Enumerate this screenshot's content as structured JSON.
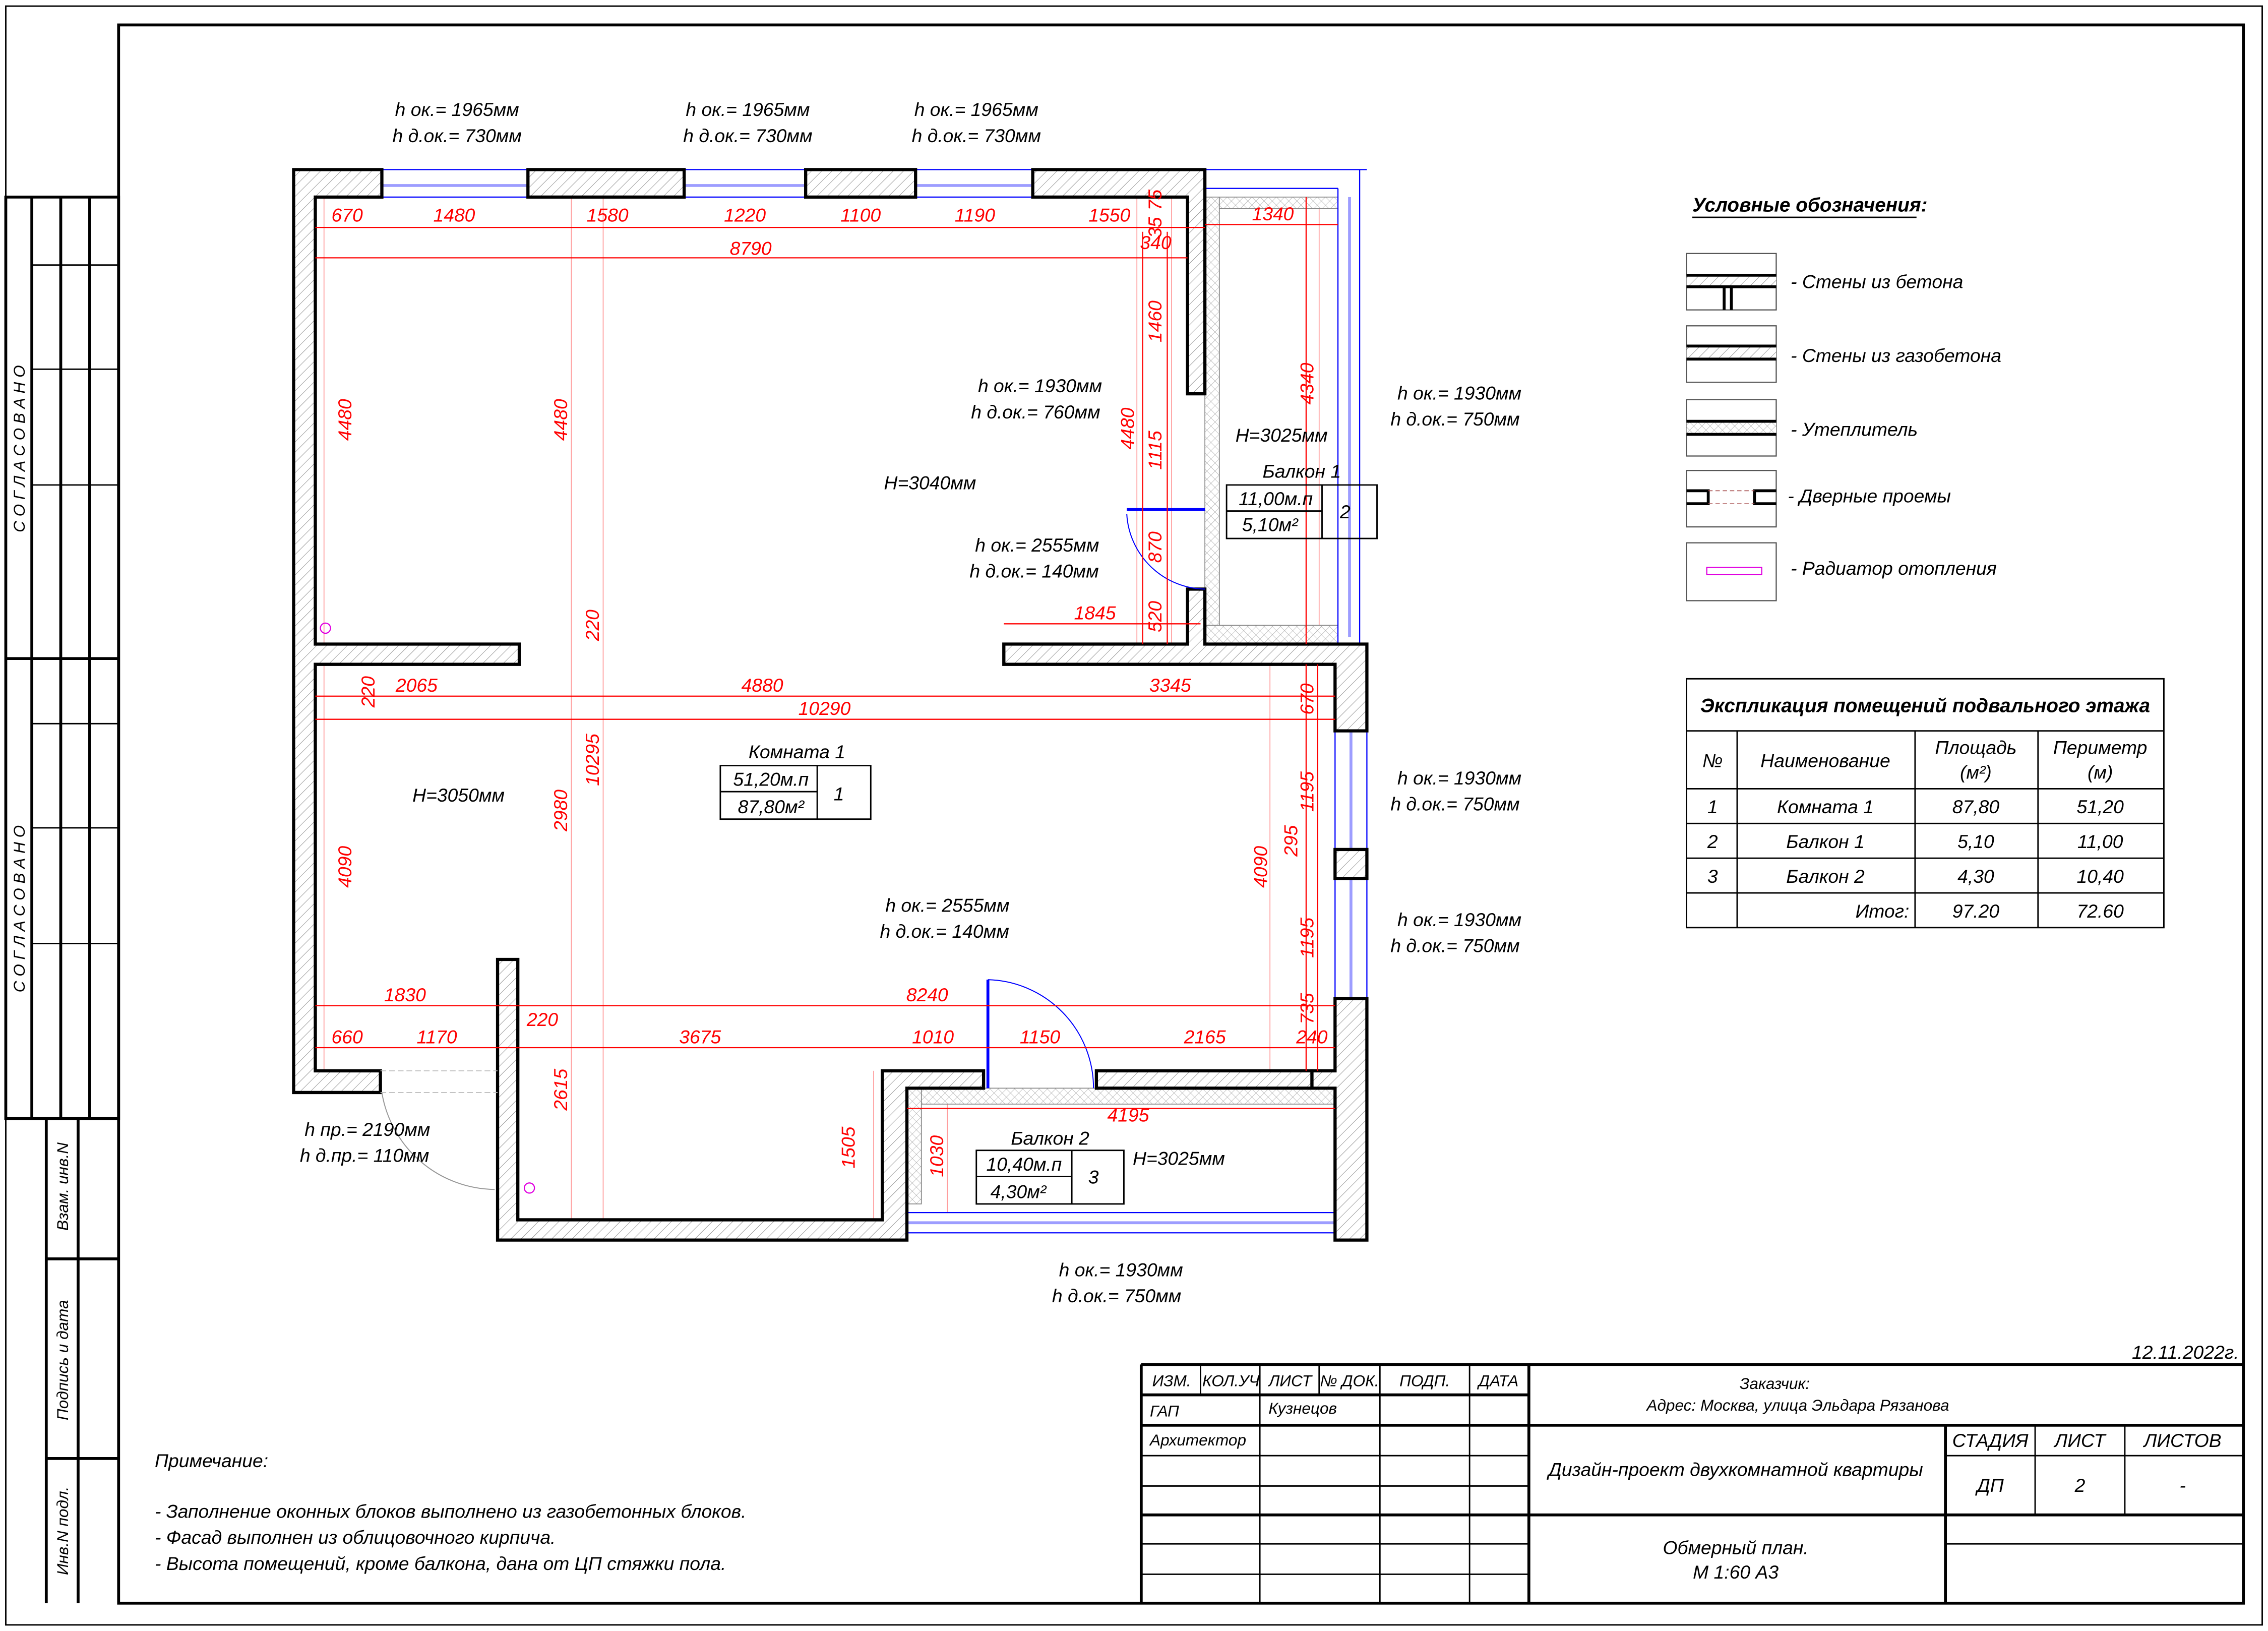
{
  "stamp": {
    "approved_1": "С О Г Л А С О В А Н О",
    "approved_2": "С О Г Л А С О В А Н О",
    "replaced_inv": "Взам. инв.N",
    "signature_date": "Подпись и дата",
    "inv_original": "Инв.N подл."
  },
  "plan": {
    "window_notes_top": [
      {
        "h": "h ок.= 1965мм",
        "hd": "h д.ок.= 730мм"
      },
      {
        "h": "h ок.= 1965мм",
        "hd": "h д.ок.= 730мм"
      },
      {
        "h": "h ок.= 1965мм",
        "hd": "h д.ок.= 730мм"
      }
    ],
    "window_note_inner": {
      "h": "h ок.= 1930мм",
      "hd": "h д.ок.= 760мм"
    },
    "window_note_balcony1": {
      "h": "h ок.= 1930мм",
      "hd": "h д.ок.= 750мм"
    },
    "window_note_right_1": {
      "h": "h ок.= 1930мм",
      "hd": "h д.ок.= 750мм"
    },
    "window_note_right_2": {
      "h": "h ок.= 1930мм",
      "hd": "h д.ок.= 750мм"
    },
    "window_note_bottom": {
      "h": "h ок.= 1930мм",
      "hd": "h д.ок.= 750мм"
    },
    "door_note_1": {
      "h": "h ок.= 2555мм",
      "hd": "h д.ок.= 140мм"
    },
    "door_note_2": {
      "h": "h ок.= 2555мм",
      "hd": "h д.ок.= 140мм"
    },
    "entrance_note": {
      "h": "h пр.= 2190мм",
      "hd": "h д.пр.= 110мм"
    },
    "heights": {
      "room_upper": "H=3040мм",
      "room_lower": "H=3050мм",
      "balcony1": "H=3025мм",
      "balcony2": "H=3025мм"
    },
    "rooms": [
      {
        "name": "Комната 1",
        "perimeter": "51,20м.п",
        "area": "87,80м²",
        "num": "1"
      },
      {
        "name": "Балкон 1",
        "perimeter": "11,00м.п",
        "area": "5,10м²",
        "num": "2"
      },
      {
        "name": "Балкон 2",
        "perimeter": "10,40м.п",
        "area": "4,30м²",
        "num": "3"
      }
    ],
    "dims_h": [
      "670",
      "1480",
      "1580",
      "1220",
      "1100",
      "1190",
      "1550",
      "1340",
      "8790",
      "340",
      "1845",
      "2065",
      "4880",
      "3345",
      "10290",
      "1830",
      "8240",
      "660",
      "1170",
      "220",
      "3675",
      "1010",
      "1150",
      "2165",
      "240",
      "4195"
    ],
    "dims_v": [
      "75",
      "35",
      "4480",
      "4480",
      "1460",
      "4480",
      "1115",
      "870",
      "520",
      "4340",
      "220",
      "220",
      "670",
      "10295",
      "2980",
      "4090",
      "4090",
      "1195",
      "295",
      "1195",
      "735",
      "2615",
      "1505",
      "1030"
    ]
  },
  "legend": {
    "title": "Условные обозначения:",
    "items": [
      "- Стены из бетона",
      "- Стены из газобетона",
      "- Утеплитель",
      "- Дверные проемы",
      "- Радиатор отопления"
    ]
  },
  "explication": {
    "title": "Экспликация помещений подвального этажа",
    "headers": {
      "num": "№",
      "name": "Наименование",
      "area": "Площадь",
      "area_unit": "(м²)",
      "perimeter": "Периметр",
      "perimeter_unit": "(м)"
    },
    "rows": [
      {
        "num": "1",
        "name": "Комната 1",
        "area": "87,80",
        "perimeter": "51,20"
      },
      {
        "num": "2",
        "name": "Балкон 1",
        "area": "5,10",
        "perimeter": "11,00"
      },
      {
        "num": "3",
        "name": "Балкон 2",
        "area": "4,30",
        "perimeter": "10,40"
      }
    ],
    "total": {
      "label": "Итог:",
      "area": "97.20",
      "perimeter": "72.60"
    }
  },
  "notes": {
    "title": "Примечание:",
    "lines": [
      "- Заполнение оконных блоков выполнено из газобетонных блоков.",
      "- Фасад выполнен из облицовочного кирпича.",
      "- Высота помещений, кроме балкона, дана от ЦП стяжки пола."
    ]
  },
  "date": "12.11.2022г.",
  "title_block": {
    "headers": [
      "ИЗМ.",
      "КОЛ.УЧ",
      "ЛИСТ",
      "№ ДОК.",
      "ПОДП.",
      "ДАТА"
    ],
    "role_gap": "ГАП",
    "name_gap": "Кузнецов",
    "role_architect": "Архитектор",
    "customer": "Заказчик:",
    "address": "Адрес: Москва, улица Эльдара Рязанова",
    "project": "Дизайн-проект двухкомнатной квартиры",
    "stage_label": "СТАДИЯ",
    "sheet_label": "ЛИСТ",
    "sheets_label": "ЛИСТОВ",
    "stage": "ДП",
    "sheet": "2",
    "sheets": "-",
    "drawing": "Обмерный план.",
    "scale": "М 1:60 А3"
  }
}
